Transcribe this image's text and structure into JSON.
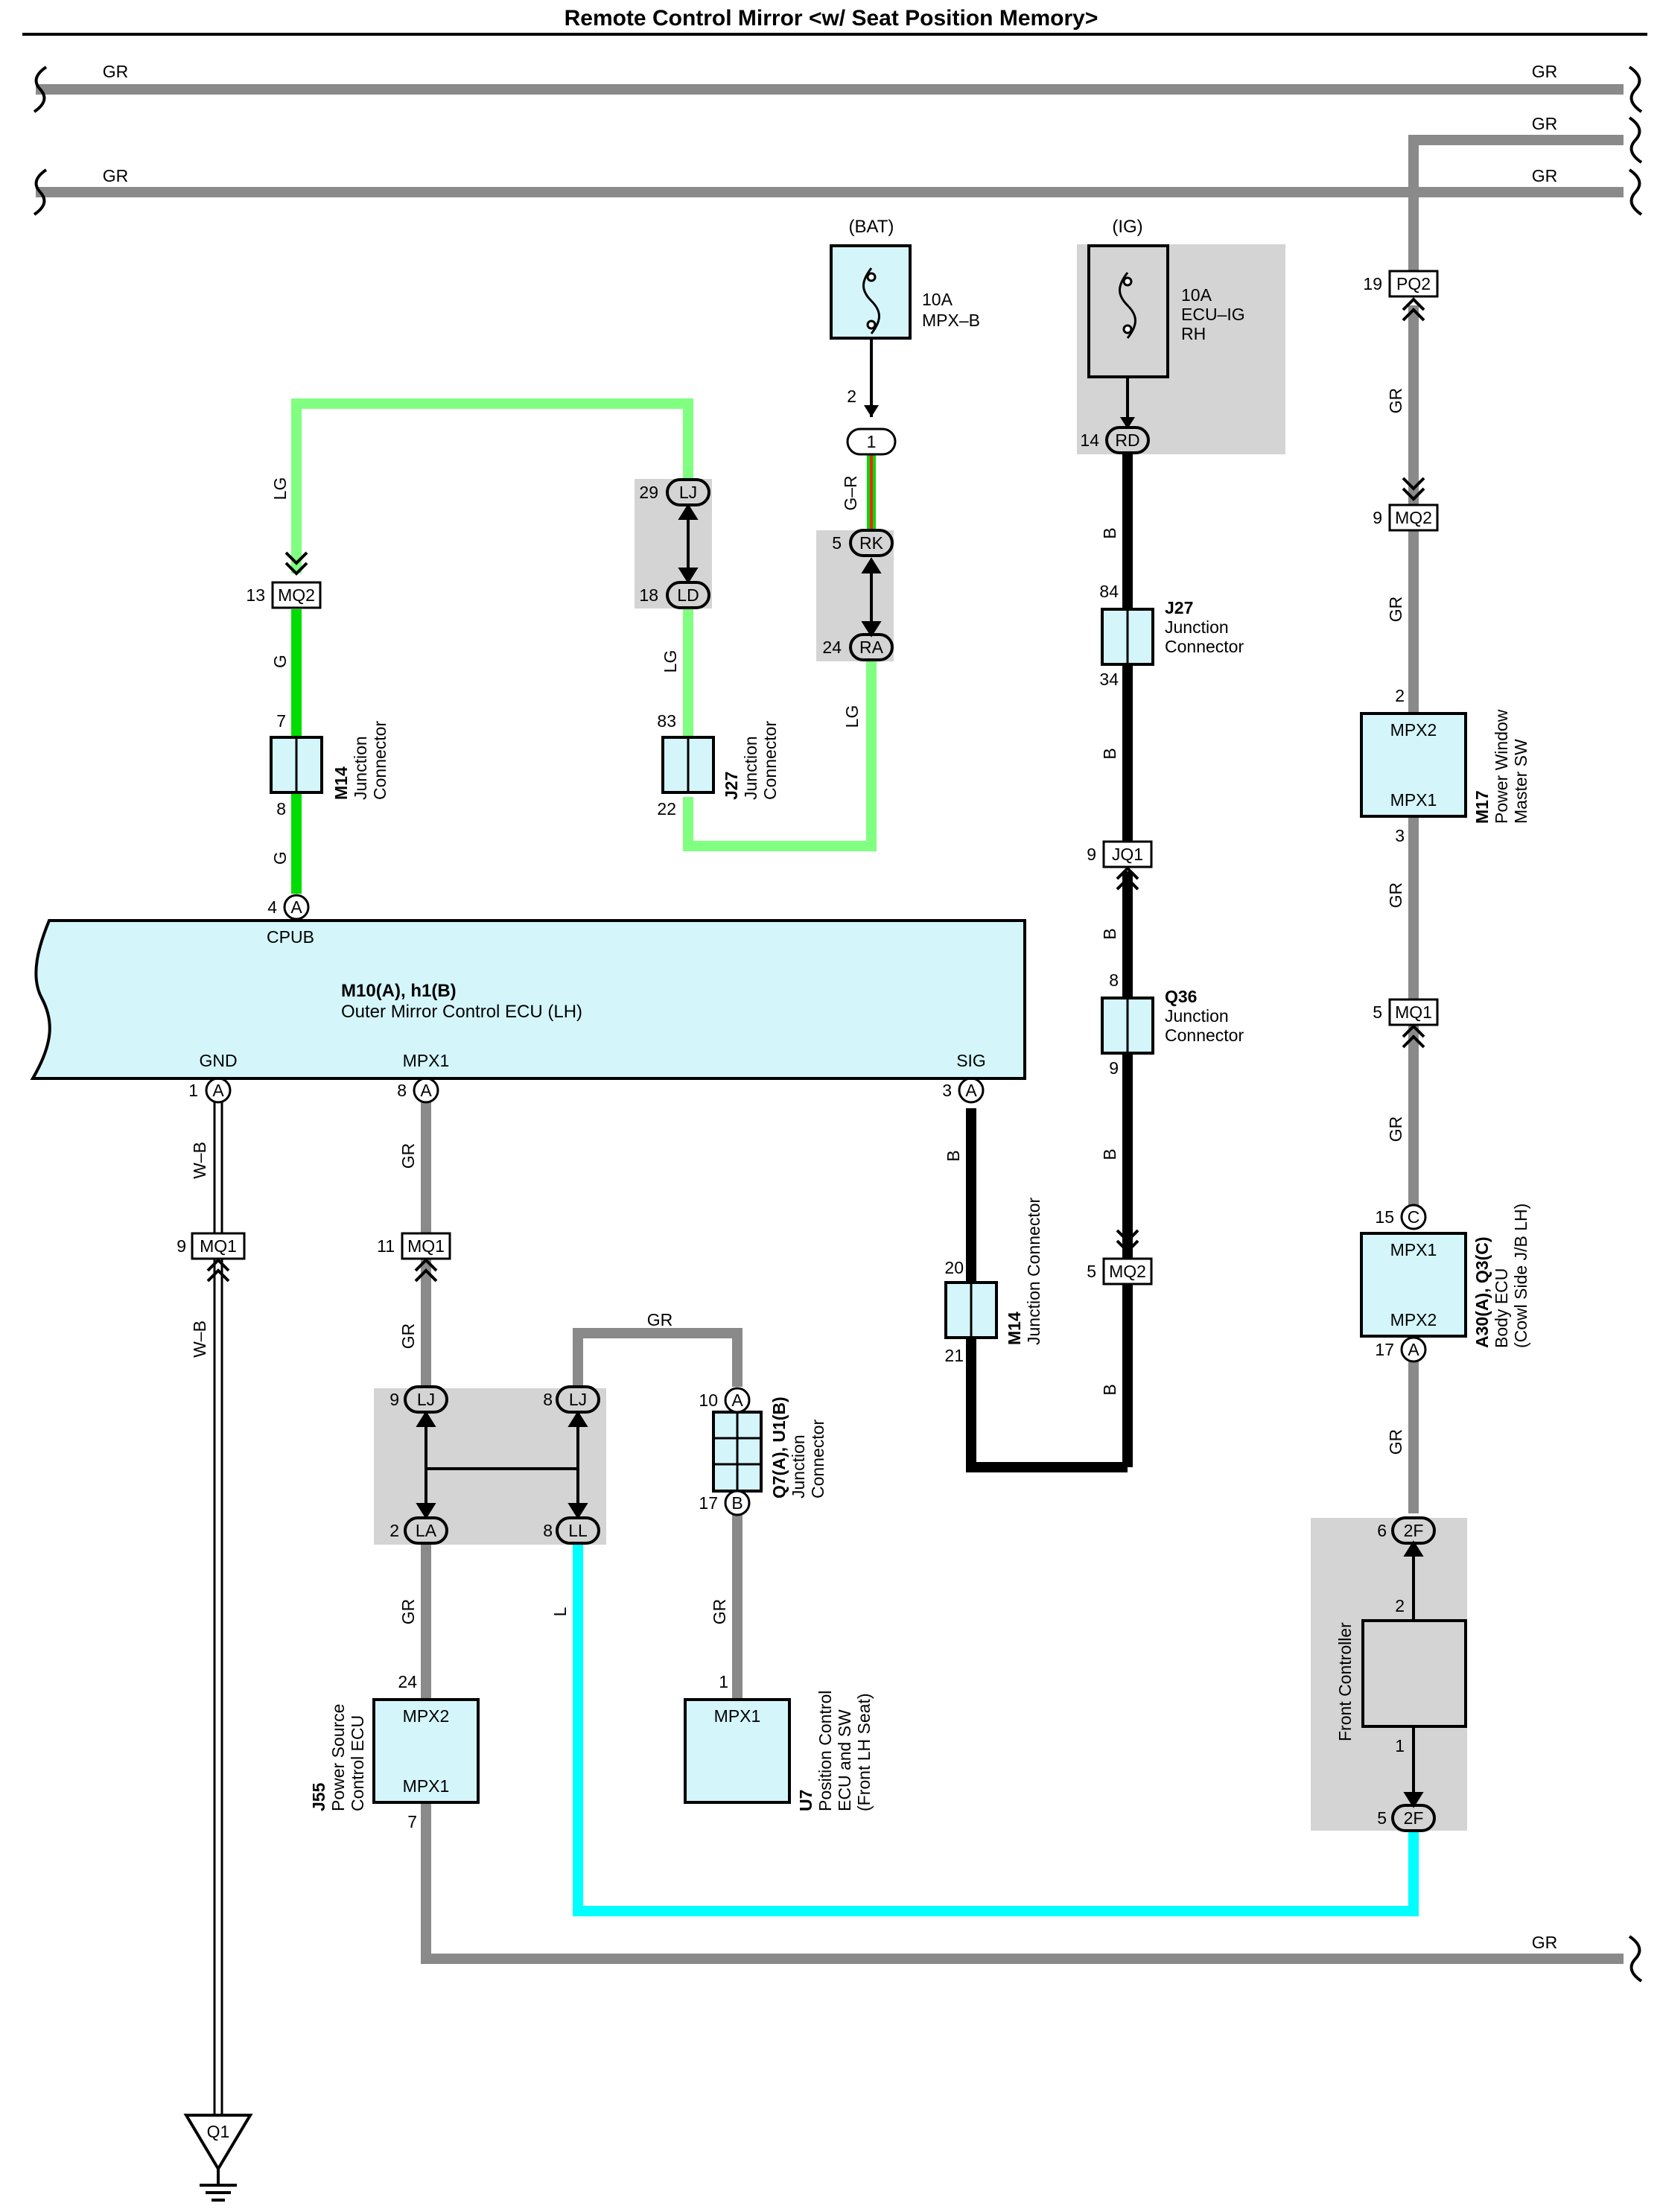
{
  "title": "Remote Control Mirror <w/ Seat Position Memory>",
  "colors": {
    "gray_wire": "#8a8a8a",
    "lg_wire": "#80ff80",
    "g_wire": "#00dd00",
    "b_wire": "#000000",
    "l_wire": "#00ffff",
    "ecu_fill": "#d4f6fb",
    "shade": "#d4d4d4"
  },
  "wire_labels": {
    "gr": "GR",
    "lg": "LG",
    "g": "G",
    "gr_red": "G–R",
    "b": "B",
    "wb": "W–B",
    "l": "L"
  },
  "fuses": {
    "bat": {
      "supply": "(BAT)",
      "rating": "10A",
      "name": "MPX–B",
      "pin": "2"
    },
    "ig": {
      "supply": "(IG)",
      "rating": "10A",
      "name": "ECU–IG",
      "name2": "RH"
    }
  },
  "connectors": {
    "one": "1",
    "rk": "RK",
    "ra": "RA",
    "lj": "LJ",
    "ld": "LD",
    "rd": "RD",
    "mq2": "MQ2",
    "mq1": "MQ1",
    "pq2": "PQ2",
    "jq1": "JQ1",
    "la": "LA",
    "ll": "LL",
    "a": "A",
    "b": "B",
    "c": "C",
    "f2": "2F"
  },
  "pins": {
    "p1": "1",
    "p2": "2",
    "p3": "3",
    "p4": "4",
    "p5": "5",
    "p6": "6",
    "p7": "7",
    "p8": "8",
    "p9": "9",
    "p10": "10",
    "p11": "11",
    "p13": "13",
    "p14": "14",
    "p15": "15",
    "p17": "17",
    "p18": "18",
    "p19": "19",
    "p20": "20",
    "p21": "21",
    "p22": "22",
    "p24": "24",
    "p29": "29",
    "p34": "34",
    "p83": "83",
    "p84": "84"
  },
  "components": {
    "m14_id": "M14",
    "junction": "Junction",
    "connector": "Connector",
    "junction_connector": "Junction Connector",
    "j27_id": "J27",
    "q36_id": "Q36",
    "q7_id": "Q7(A), U1(B)",
    "m17_id": "M17",
    "m17_line1": "Power Window",
    "m17_line2": "Master SW",
    "a30_id": "A30(A), Q3(C)",
    "a30_line1": "Body ECU",
    "a30_line2": "(Cowl Side J/B LH)",
    "j55_id": "J55",
    "j55_line1": "Power Source",
    "j55_line2": "Control ECU",
    "u7_id": "U7",
    "u7_line1": "Position Control",
    "u7_line2": "ECU and SW",
    "u7_line3": "(Front LH Seat)",
    "front_controller": "Front Controller",
    "ground": "Q1"
  },
  "main_ecu": {
    "id": "M10(A), h1(B)",
    "name": "Outer Mirror Control ECU (LH)",
    "cpub": "CPUB",
    "gnd": "GND",
    "mpx1": "MPX1",
    "sig": "SIG"
  },
  "ecu_pins": {
    "mpx1": "MPX1",
    "mpx2": "MPX2"
  }
}
